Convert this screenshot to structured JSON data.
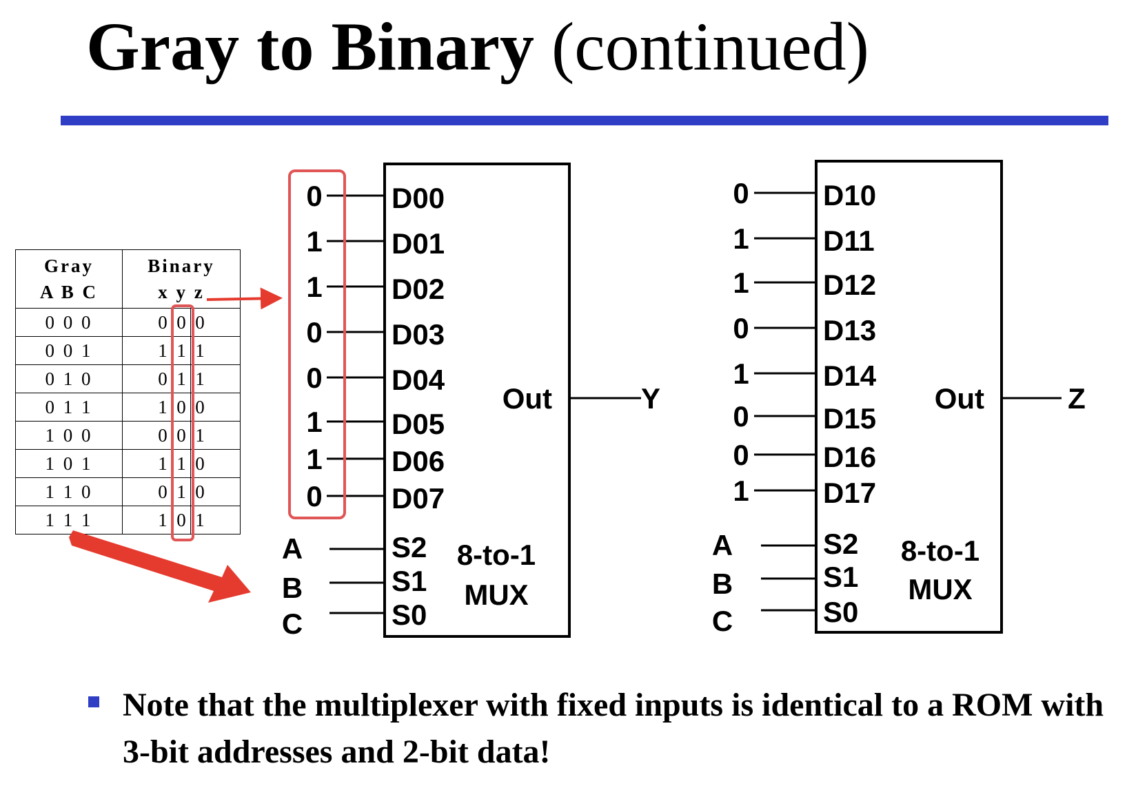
{
  "title": {
    "bold": "Gray to Binary",
    "rest": "(continued)"
  },
  "table": {
    "header_gray": "Gray",
    "header_gray_sub": "A B C",
    "header_binary": "Binary",
    "header_binary_sub": "x y z",
    "rows": [
      {
        "gray": "0 0 0",
        "x": "0",
        "y": "0",
        "z": "0"
      },
      {
        "gray": "0 0 1",
        "x": "1",
        "y": "1",
        "z": "1"
      },
      {
        "gray": "0 1 0",
        "x": "0",
        "y": "1",
        "z": "1"
      },
      {
        "gray": "0 1 1",
        "x": "1",
        "y": "0",
        "z": "0"
      },
      {
        "gray": "1 0 0",
        "x": "0",
        "y": "0",
        "z": "1"
      },
      {
        "gray": "1 0 1",
        "x": "1",
        "y": "1",
        "z": "0"
      },
      {
        "gray": "1 1 0",
        "x": "0",
        "y": "1",
        "z": "0"
      },
      {
        "gray": "1 1 1",
        "x": "1",
        "y": "0",
        "z": "1"
      }
    ]
  },
  "mux1": {
    "inputs": [
      "0",
      "1",
      "1",
      "0",
      "0",
      "1",
      "1",
      "0"
    ],
    "data_labels": [
      "D00",
      "D01",
      "D02",
      "D03",
      "D04",
      "D05",
      "D06",
      "D07"
    ],
    "select_labels": [
      "S2",
      "S1",
      "S0"
    ],
    "select_inputs": [
      "A",
      "B",
      "C"
    ],
    "out_label": "Out",
    "output": "Y",
    "type_line1": "8-to-1",
    "type_line2": "MUX"
  },
  "mux2": {
    "inputs": [
      "0",
      "1",
      "1",
      "0",
      "1",
      "0",
      "0",
      "1"
    ],
    "data_labels": [
      "D10",
      "D11",
      "D12",
      "D13",
      "D14",
      "D15",
      "D16",
      "D17"
    ],
    "select_labels": [
      "S2",
      "S1",
      "S0"
    ],
    "select_inputs": [
      "A",
      "B",
      "C"
    ],
    "out_label": "Out",
    "output": "Z",
    "type_line1": "8-to-1",
    "type_line2": "MUX"
  },
  "note": "Note that the multiplexer with fixed inputs is identical to a ROM with 3-bit addresses and 2-bit data!",
  "colors": {
    "rule": "#2f3ec4",
    "highlight_box": "#e05555",
    "arrow": "#e53a2e"
  }
}
